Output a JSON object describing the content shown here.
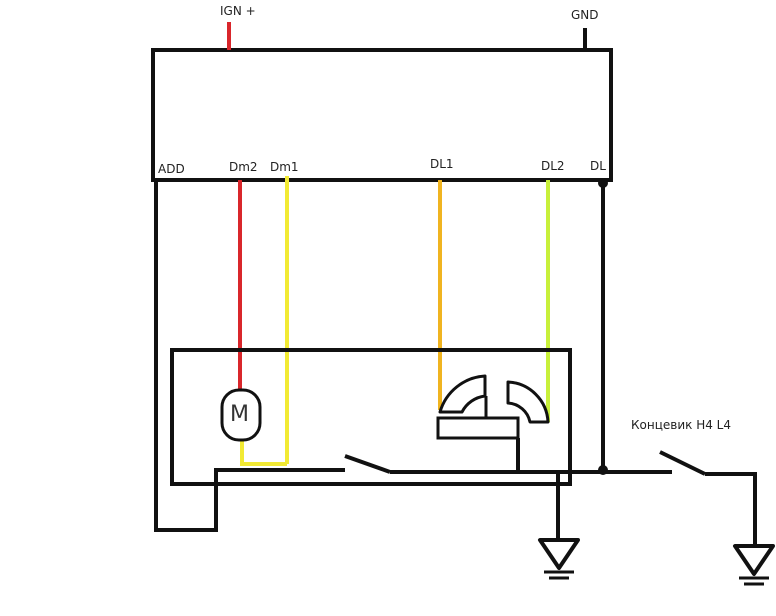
{
  "labels": {
    "ign": "IGN +",
    "gnd": "GND",
    "add": "ADD",
    "dm2": "Dm2",
    "dm1": "Dm1",
    "dl1": "DL1",
    "dl2": "DL2",
    "dl": "DL",
    "motor": "M",
    "limit_switch": "Концевик H4 L4"
  },
  "colors": {
    "line": "#111111",
    "red": "#d9262b",
    "yellow": "#f2ea34",
    "orange": "#f0b420",
    "lime": "#c8f03a"
  }
}
